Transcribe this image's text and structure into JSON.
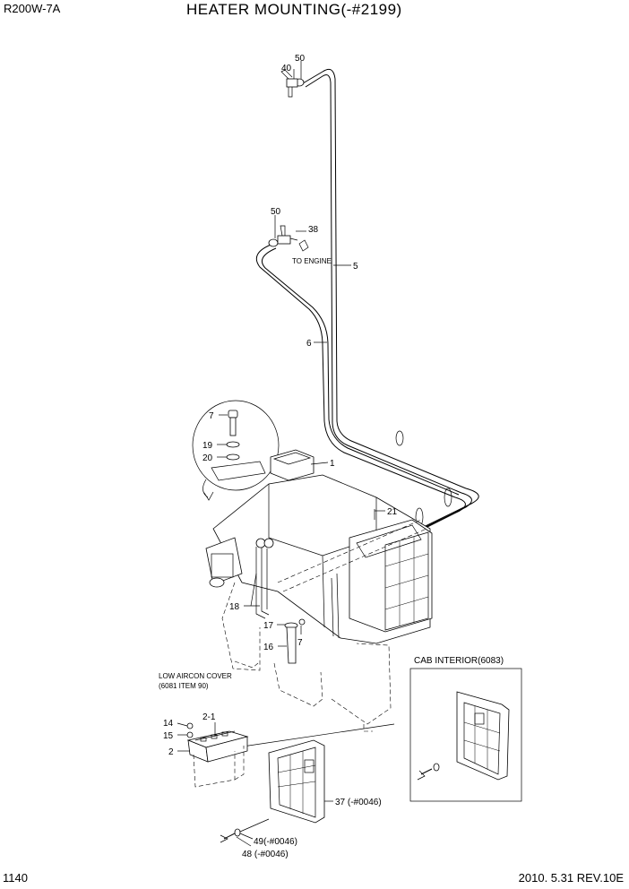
{
  "header": {
    "model": "R200W-7A",
    "title": "HEATER MOUNTING(-#2199)"
  },
  "footer": {
    "page_number": "1140",
    "revision": "2010. 5.31  REV.10E"
  },
  "labels": {
    "l50a": "50",
    "l40": "40",
    "l50b": "50",
    "l38": "38",
    "to_engine": "TO ENGINE",
    "l5": "5",
    "l6": "6",
    "l7a": "7",
    "l19": "19",
    "l20": "20",
    "l1": "1",
    "l21": "21",
    "l18": "18",
    "l17": "17",
    "l7b": "7",
    "l16": "16",
    "low_aircon_1": "LOW AIRCON COVER",
    "low_aircon_2": "(6081 ITEM 90)",
    "cab_interior": "CAB INTERIOR(6083)",
    "l14": "14",
    "l2_1": "2-1",
    "l15": "15",
    "l2": "2",
    "l37": "37 (-#0046)",
    "l49": "49(-#0046)",
    "l48": "48 (-#0046)"
  }
}
